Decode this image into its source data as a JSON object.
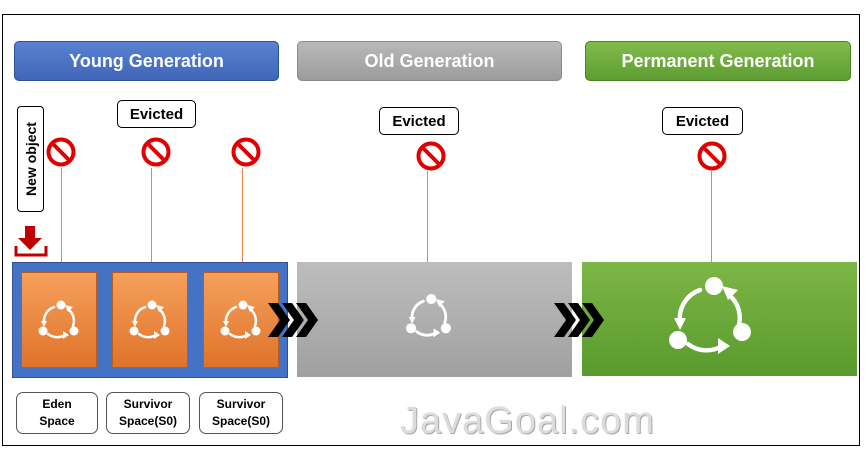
{
  "headers": {
    "young": "Young Generation",
    "old": "Old Generation",
    "permanent": "Permanent  Generation"
  },
  "evicted_label": "Evicted",
  "new_object_label": "New object",
  "spaces": {
    "eden": [
      "Eden",
      "Space"
    ],
    "survivor_1": [
      "Survivor",
      "Space(S0)"
    ],
    "survivor_2": [
      "Survivor",
      "Space(S0)"
    ]
  },
  "watermark": "JavaGoal.com",
  "colors": {
    "young": "#4472c4",
    "old": "#a6a6a6",
    "permanent": "#70ad47",
    "space_orange": "#ed7d31",
    "no_sign_red": "#e00000",
    "connector": "#e38a48"
  },
  "icons": [
    "no-entry-icon",
    "recycle-cycle-icon",
    "triple-chevron-right-icon",
    "download-arrow-icon"
  ]
}
